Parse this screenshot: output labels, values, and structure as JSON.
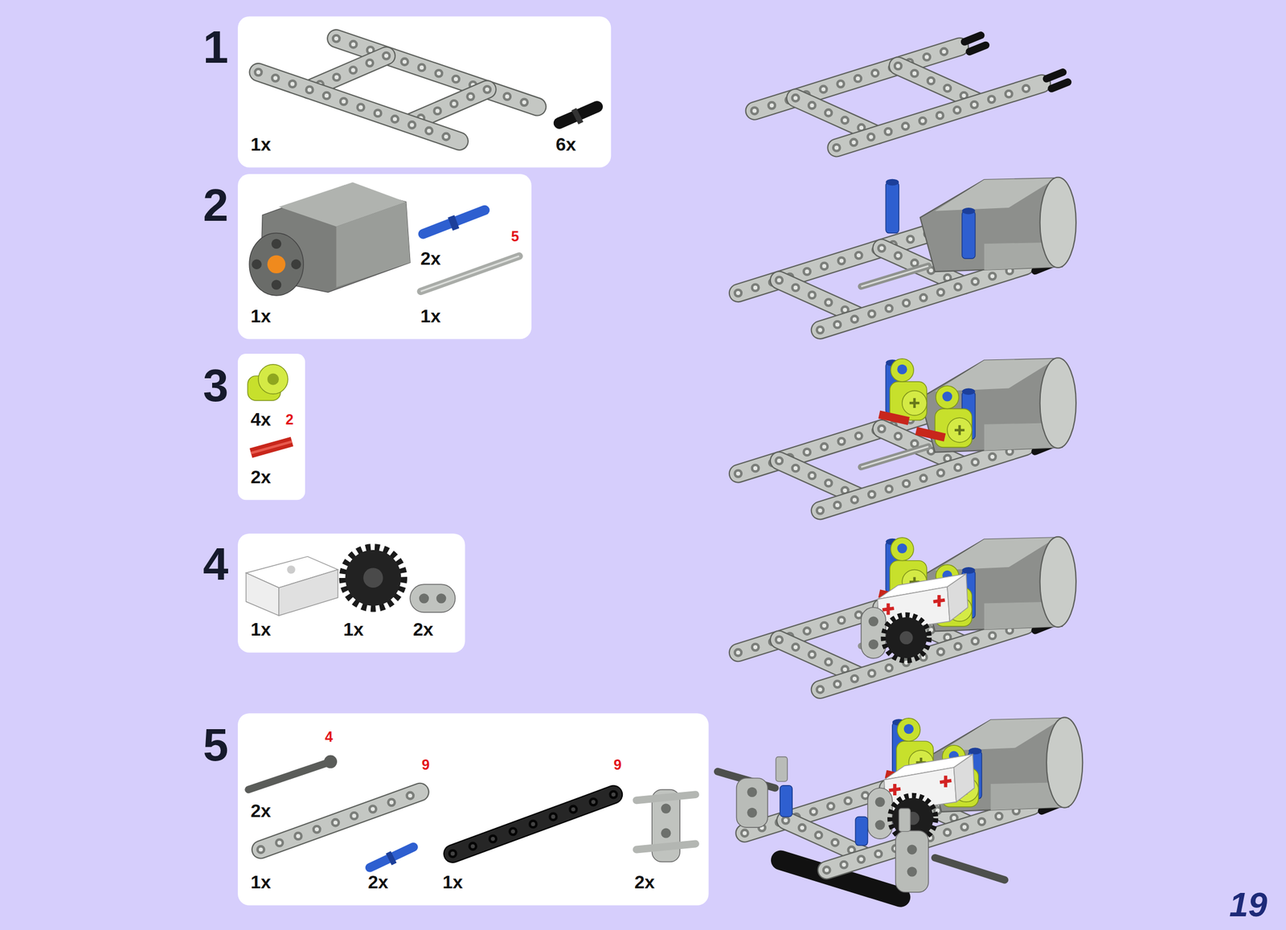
{
  "diagram": {
    "nodes": [
      {
        "text": [
          "1",
          "1x",
          "6x"
        ]
      },
      {
        "text": [
          "2",
          "1x",
          "2x",
          "5",
          "1x"
        ]
      },
      {
        "text": [
          "3",
          "4x",
          "2",
          "2x"
        ]
      },
      {
        "text": [
          "4",
          "1x",
          "1x",
          "2x"
        ]
      },
      {
        "text": [
          "5",
          "4",
          "9",
          "9",
          "2x",
          "1x",
          "2x",
          "1x",
          "2x"
        ]
      }
    ],
    "labels": [
      "19"
    ]
  }
}
